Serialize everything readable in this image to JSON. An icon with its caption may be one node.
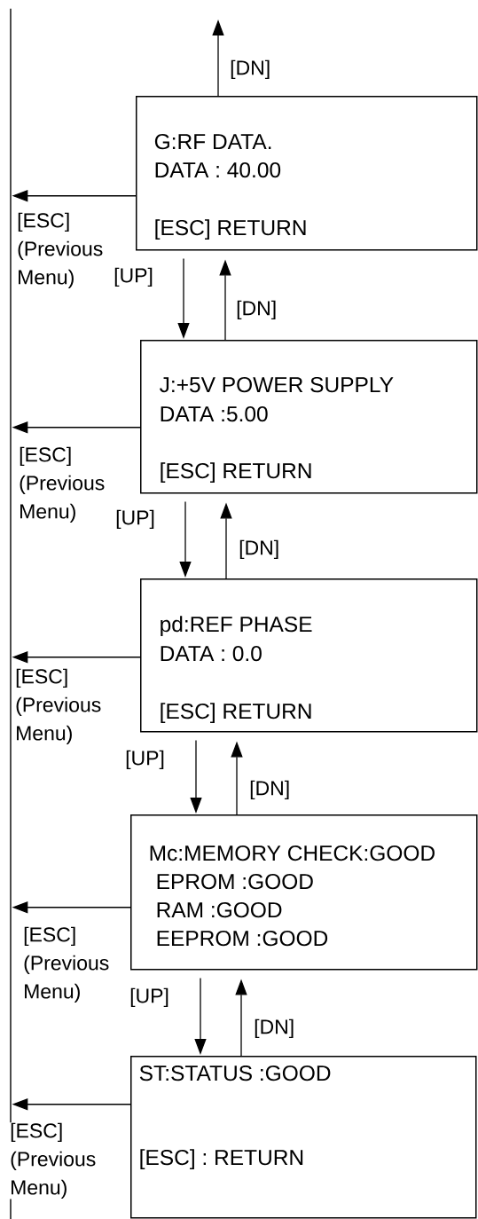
{
  "diagram": {
    "nodes": [
      {
        "text": [],
        "shape": "line"
      },
      {
        "text": [
          "G:RF DATA.",
          "DATA : 40.00",
          "[ESC] RETURN"
        ]
      },
      {
        "text": [
          "J:+5V POWER SUPPLY",
          "DATA :5.00",
          "[ESC] RETURN"
        ]
      },
      {
        "text": [
          "pd:REF PHASE",
          "DATA : 0.0",
          "[ESC] RETURN"
        ]
      },
      {
        "text": [
          "Mc:MEMORY CHECK:GOOD",
          "EPROM :GOOD",
          "RAM :GOOD",
          "EEPROM :GOOD"
        ]
      },
      {
        "text": [
          "ST:STATUS :GOOD",
          "[ESC] : RETURN"
        ]
      }
    ],
    "edges": [
      {
        "from": 1,
        "to": null,
        "arrow": "to",
        "label": "[DN]"
      },
      {
        "from": 1,
        "to": 0,
        "arrow": "to",
        "label": "[ESC] (Previous Menu)"
      },
      {
        "from": 1,
        "to": 2,
        "arrow": "to",
        "label": "[UP]"
      },
      {
        "from": 2,
        "to": 1,
        "arrow": "to",
        "label": "[DN]"
      },
      {
        "from": 2,
        "to": 0,
        "arrow": "to",
        "label": "[ESC] (Previous Menu)"
      },
      {
        "from": 2,
        "to": 3,
        "arrow": "to",
        "label": "[UP]"
      },
      {
        "from": 3,
        "to": 2,
        "arrow": "to",
        "label": "[DN]"
      },
      {
        "from": 3,
        "to": 0,
        "arrow": "to",
        "label": "[ESC] (Previous Menu)"
      },
      {
        "from": 3,
        "to": 4,
        "arrow": "to",
        "label": "[UP]"
      },
      {
        "from": 4,
        "to": 3,
        "arrow": "to",
        "label": "[DN]"
      },
      {
        "from": 4,
        "to": 0,
        "arrow": "to",
        "label": "[ESC] (Previous Menu)"
      },
      {
        "from": 4,
        "to": 5,
        "arrow": "to",
        "label": "[UP]"
      },
      {
        "from": 5,
        "to": 4,
        "arrow": "to",
        "label": "[DN]"
      },
      {
        "from": 5,
        "to": 0,
        "arrow": "to",
        "label": "[ESC] (Previous Menu)"
      }
    ]
  }
}
